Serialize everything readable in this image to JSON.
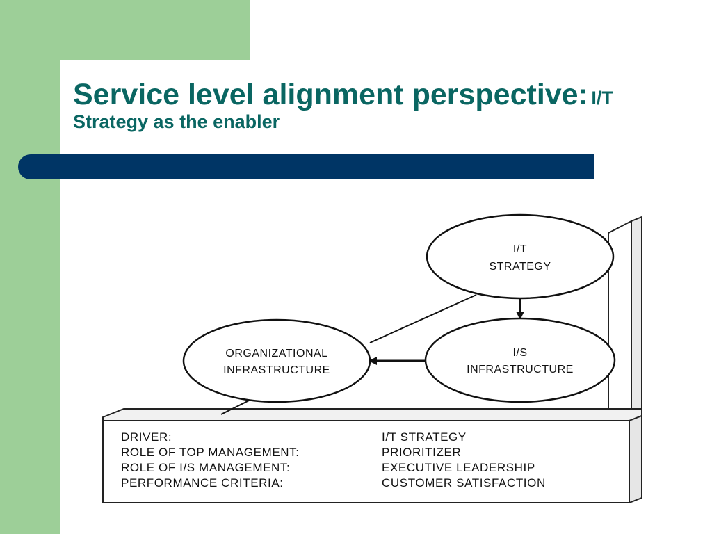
{
  "title": {
    "main": "Service level alignment perspective:",
    "accent": "I/T",
    "subtitle": "Strategy as the enabler"
  },
  "diagram": {
    "nodes": {
      "it_strategy": [
        "I/T",
        "STRATEGY"
      ],
      "is_infrastructure": [
        "I/S",
        "INFRASTRUCTURE"
      ],
      "org_infrastructure": [
        "ORGANIZATIONAL",
        "INFRASTRUCTURE"
      ]
    },
    "table": {
      "rows": [
        {
          "label": "DRIVER:",
          "value": "I/T STRATEGY"
        },
        {
          "label": "ROLE OF TOP MANAGEMENT:",
          "value": "PRIORITIZER"
        },
        {
          "label": "ROLE OF I/S MANAGEMENT:",
          "value": "EXECUTIVE LEADERSHIP"
        },
        {
          "label": "PERFORMANCE CRITERIA:",
          "value": "CUSTOMER SATISFACTION"
        }
      ]
    }
  },
  "colors": {
    "accent_green": "#9dcf98",
    "title_teal": "#0a6662",
    "bar_navy": "#003565"
  }
}
